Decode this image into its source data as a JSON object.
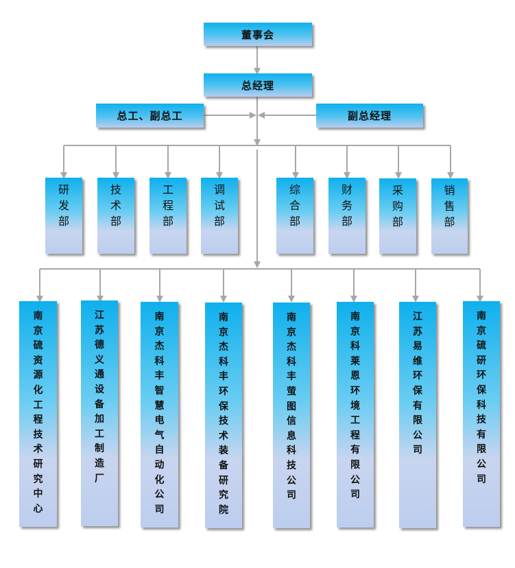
{
  "chart": {
    "top": {
      "board": "董事会",
      "general_manager": "总经理"
    },
    "side": {
      "left": "总工、副总工",
      "right": "副总经理"
    },
    "departments": [
      {
        "label": "研发部"
      },
      {
        "label": "技术部"
      },
      {
        "label": "工程部"
      },
      {
        "label": "调试部"
      },
      {
        "label": "综合部"
      },
      {
        "label": "财务部"
      },
      {
        "label": "采购部"
      },
      {
        "label": "销售部"
      }
    ],
    "companies": [
      {
        "label": "南京硫资源化工程技术研究中心"
      },
      {
        "label": "江苏德义通设备加工制造厂"
      },
      {
        "label": "南京杰科丰智慧电气自动化公司"
      },
      {
        "label": "南京杰科丰环保技术装备研究院"
      },
      {
        "label": "南京杰科丰萤图信息科技公司"
      },
      {
        "label": "南京科莱恩环境工程有限公司"
      },
      {
        "label": "江苏易维环保有限公司"
      },
      {
        "label": "南京硫研环保科技有限公司"
      }
    ]
  },
  "colors": {
    "box_top": "#0fb0ed",
    "box_bottom": "#bccdee",
    "connector": "#a6a6a6",
    "text": "#111111"
  }
}
